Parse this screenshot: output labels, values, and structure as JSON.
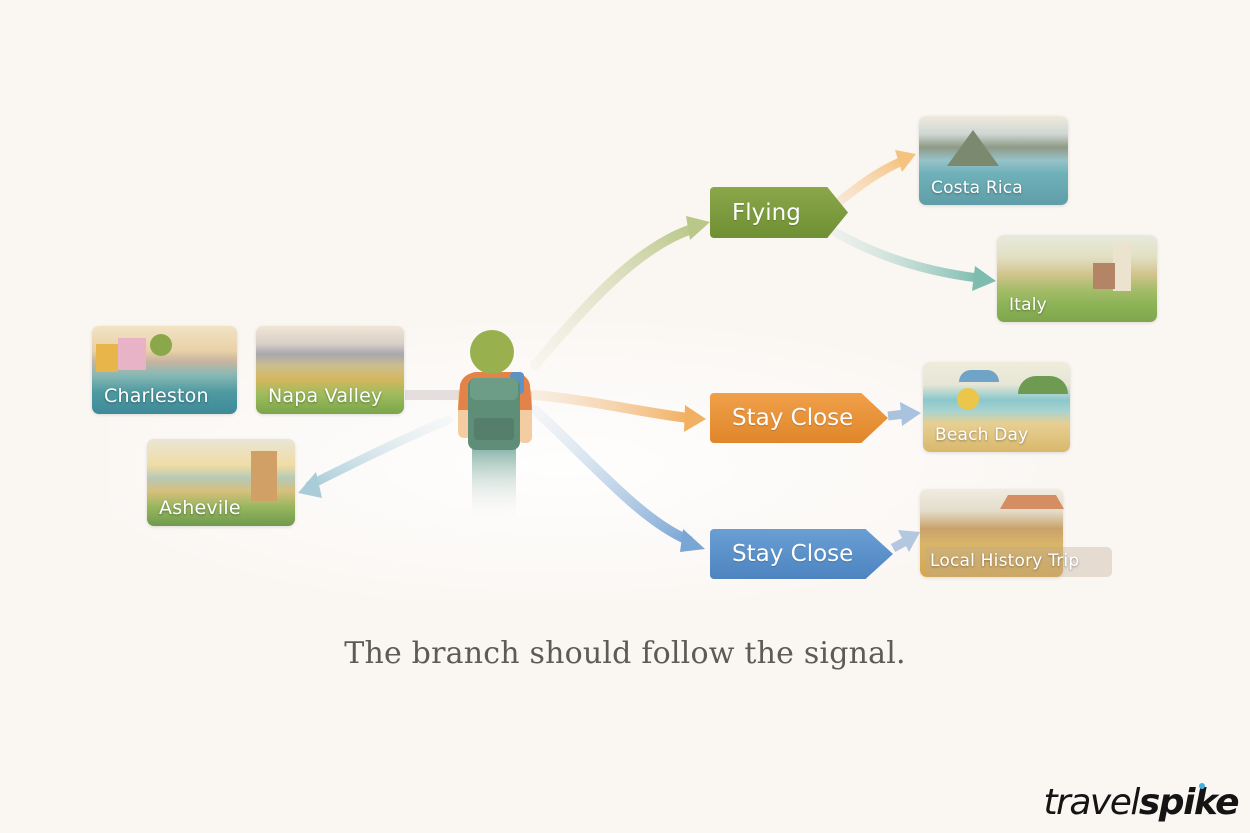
{
  "diagram": {
    "caption": "The branch should follow the signal.",
    "brand": {
      "name_light": "travel",
      "name_bold": "spike",
      "accent": "#3fb0e0"
    },
    "center_figure": {
      "description": "traveler with backpack seen from behind"
    },
    "left_destinations": [
      {
        "id": "charleston",
        "label": "Charleston"
      },
      {
        "id": "napa",
        "label": "Napa Valley"
      },
      {
        "id": "asheville",
        "label": "Ashevile"
      }
    ],
    "branches": [
      {
        "id": "flying",
        "label": "Flying",
        "color": "#7c9b3e",
        "destinations": [
          {
            "id": "costa-rica",
            "label": "Costa Rica"
          },
          {
            "id": "italy",
            "label": "Italy"
          }
        ]
      },
      {
        "id": "stay-close-orange",
        "label": "Stay Close",
        "color": "#e8923a",
        "destinations": [
          {
            "id": "beach-day",
            "label": "Beach Day"
          }
        ]
      },
      {
        "id": "stay-close-blue",
        "label": "Stay Close",
        "color": "#5a90c8",
        "destinations": [
          {
            "id": "local-history",
            "label": "Local History Trip"
          }
        ]
      }
    ]
  }
}
